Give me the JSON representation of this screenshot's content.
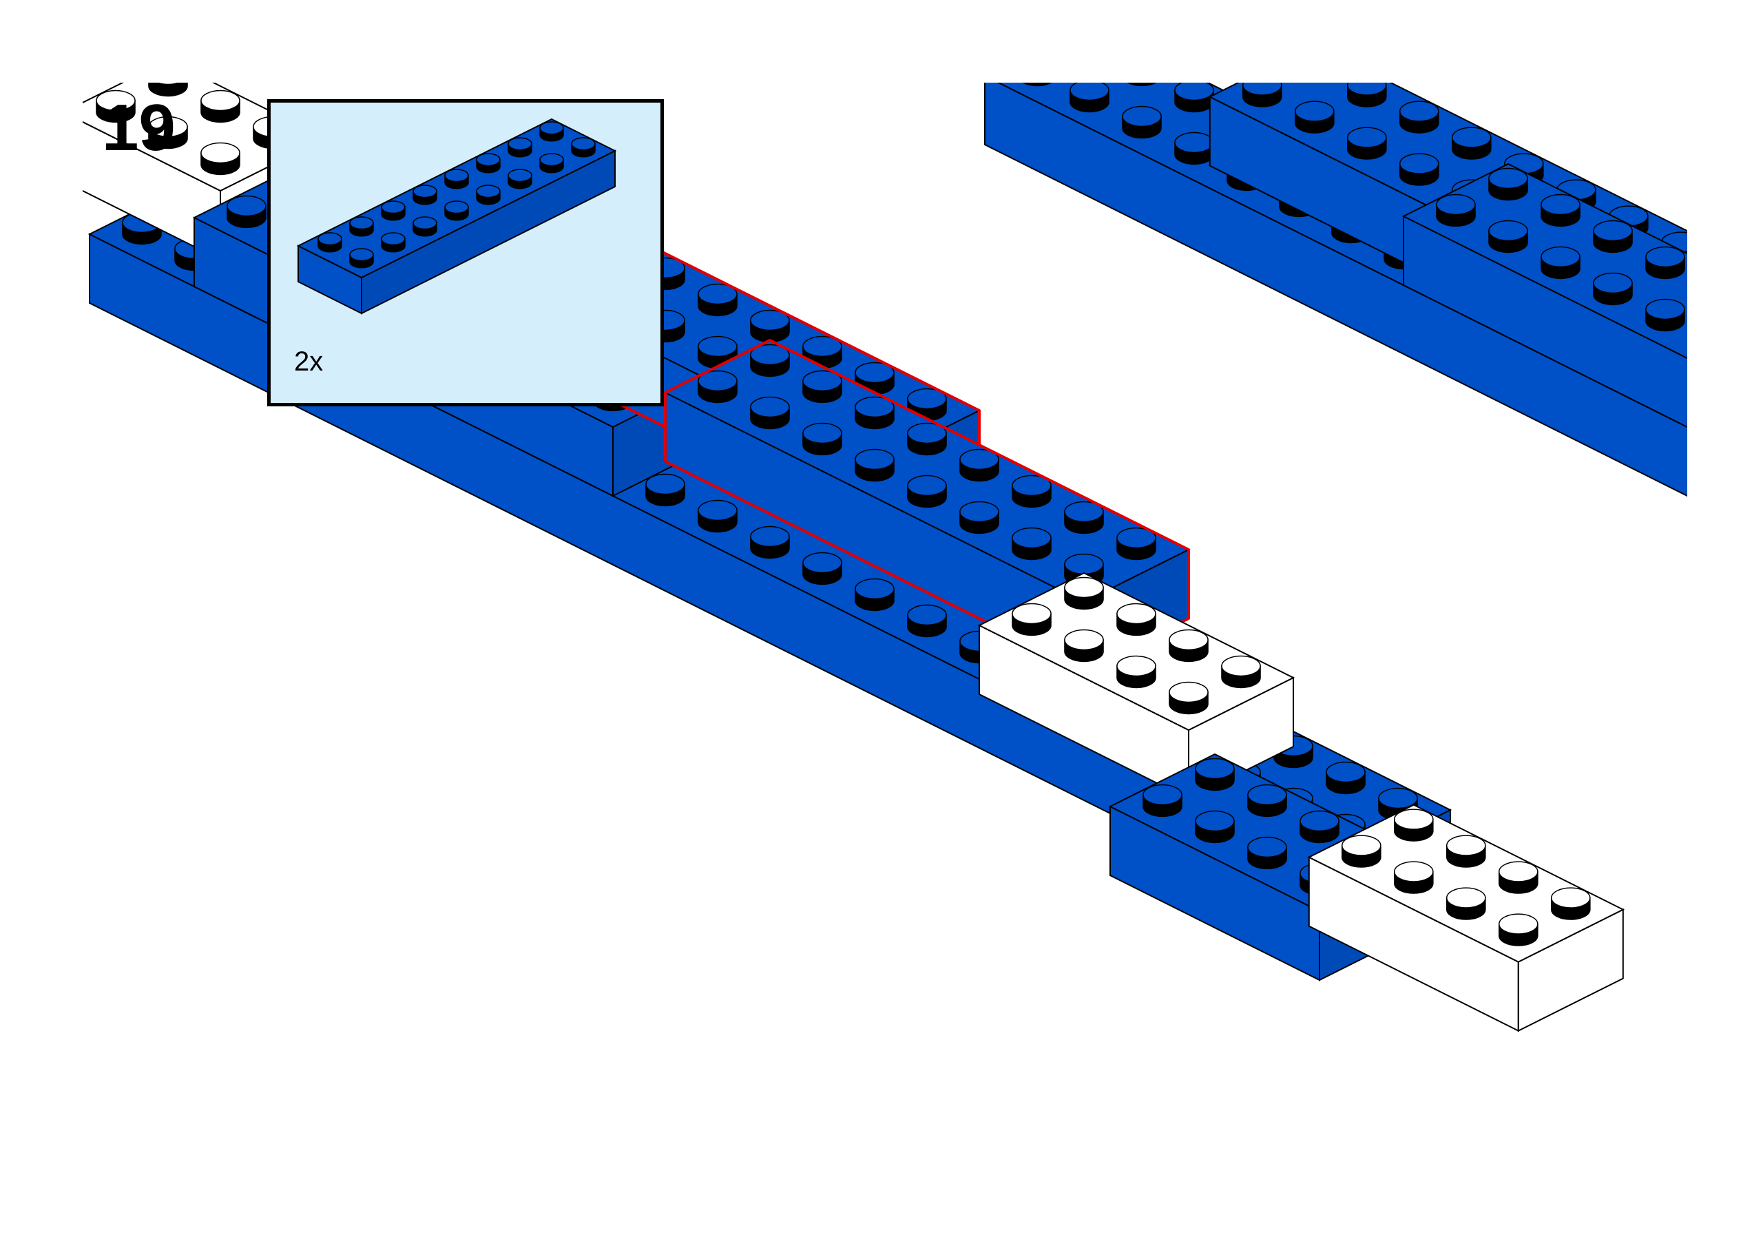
{
  "step": {
    "number": "19"
  },
  "callout": {
    "quantity": "2x",
    "part": "2x8 brick"
  },
  "colors": {
    "blue_brick": "#0050c8",
    "white_brick": "#ffffff",
    "highlight": "#e00000",
    "callout_background": "#d5eefc",
    "outline": "#000000"
  },
  "icons": [
    "brick-2x8-icon",
    "stud-icon"
  ]
}
